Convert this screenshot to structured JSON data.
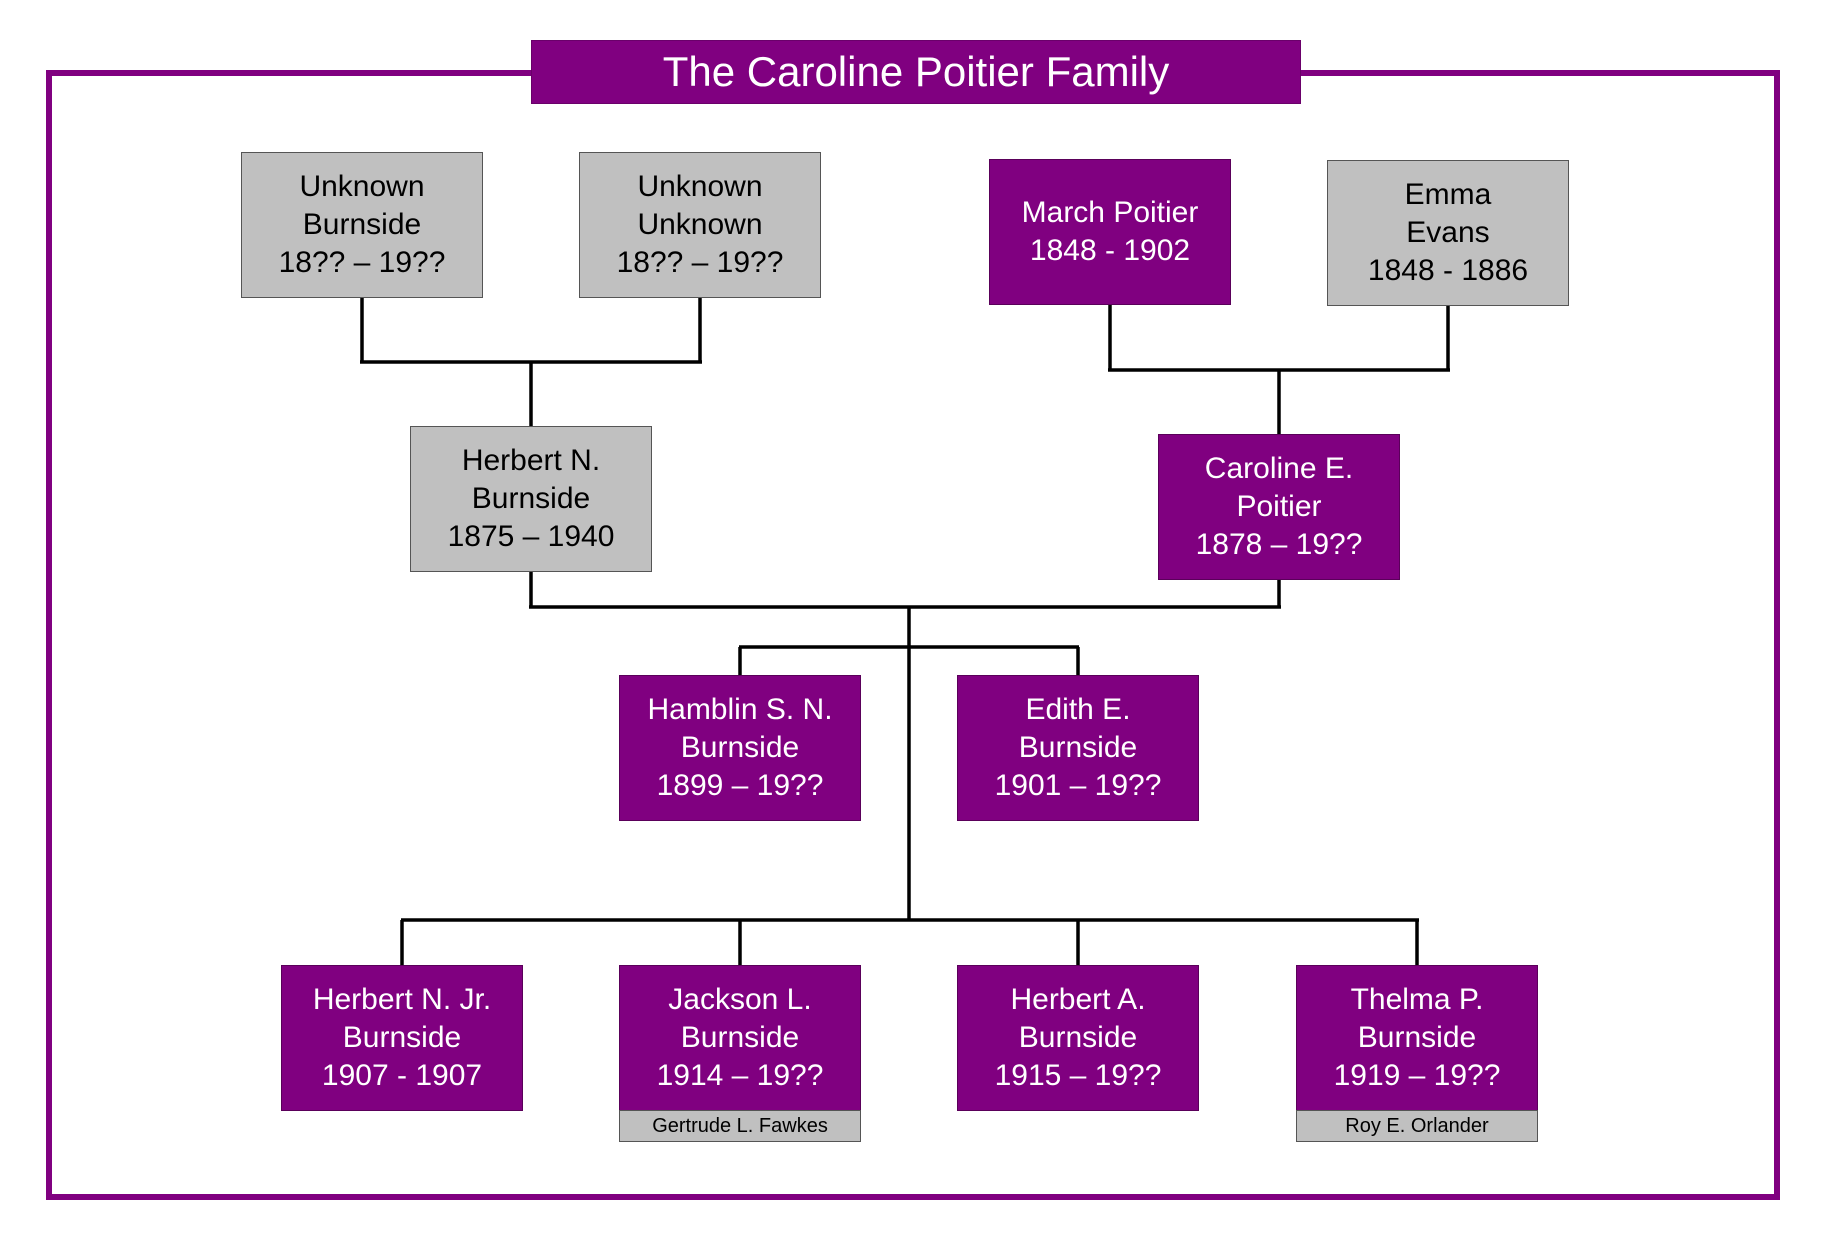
{
  "title": "The Caroline Poitier Family",
  "colors": {
    "female_line": "#800080",
    "other": "#c0c0c0",
    "frame": "#800080"
  },
  "people": {
    "paternal_grandfather": {
      "line1": "Unknown",
      "line2": "Burnside",
      "dates": "18?? – 19??"
    },
    "paternal_grandmother": {
      "line1": "Unknown",
      "line2": "Unknown",
      "dates": "18?? – 19??"
    },
    "maternal_grandfather": {
      "line1": "March Poitier",
      "dates": "1848 - 1902"
    },
    "maternal_grandmother": {
      "line1": "Emma",
      "line2": "Evans",
      "dates": "1848 - 1886"
    },
    "father": {
      "line1": "Herbert N.",
      "line2": "Burnside",
      "dates": "1875 – 1940"
    },
    "mother": {
      "line1": "Caroline E.",
      "line2": "Poitier",
      "dates": "1878 – 19??"
    },
    "child_hamblin": {
      "line1": "Hamblin S. N.",
      "line2": "Burnside",
      "dates": "1899 – 19??"
    },
    "child_edith": {
      "line1": "Edith E.",
      "line2": "Burnside",
      "dates": "1901 – 19??"
    },
    "child_herbert_jr": {
      "line1": "Herbert N. Jr.",
      "line2": "Burnside",
      "dates": "1907 - 1907"
    },
    "child_jackson": {
      "line1": "Jackson L.",
      "line2": "Burnside",
      "dates": "1914 – 19??",
      "spouse": "Gertrude L. Fawkes"
    },
    "child_herbert_a": {
      "line1": "Herbert A.",
      "line2": "Burnside",
      "dates": "1915 – 19??"
    },
    "child_thelma": {
      "line1": "Thelma P.",
      "line2": "Burnside",
      "dates": "1919 – 19??",
      "spouse": "Roy E. Orlander"
    }
  }
}
